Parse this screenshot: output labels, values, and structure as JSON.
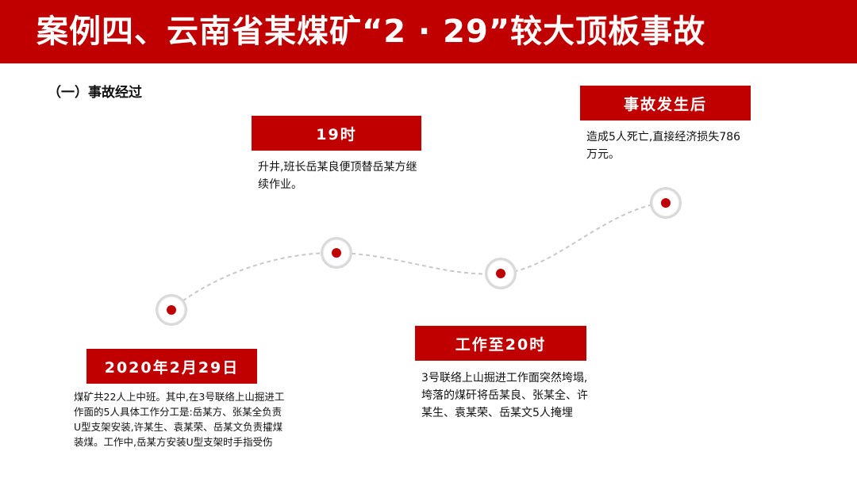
{
  "slide": {
    "title": "案例四、云南省某煤矿“2 · 29”较大顶板事故",
    "subtitle": "（一）事故经过",
    "accent_color": "#c00000"
  },
  "timeline": [
    {
      "label": "2020年2月29日",
      "text": "煤矿共22人上中班。其中,在3号联络上山掘进工作面的5人具体工作分工是:岳某方、张某全负责U型支架安装,许某生、袁某荣、岳某文负责攉煤装煤。工作中,岳某方安装U型支架时手指受伤"
    },
    {
      "label": "19时",
      "text": "升井,班长岳某良便顶替岳某方继续作业。"
    },
    {
      "label": "工作至20时",
      "text": "3号联络上山掘进工作面突然垮塌,垮落的煤矸将岳某良、张某全、许某生、袁某荣、岳某文5人掩埋"
    },
    {
      "label": "事故发生后",
      "text": "造成5人死亡,直接经济损失786万元。"
    }
  ]
}
